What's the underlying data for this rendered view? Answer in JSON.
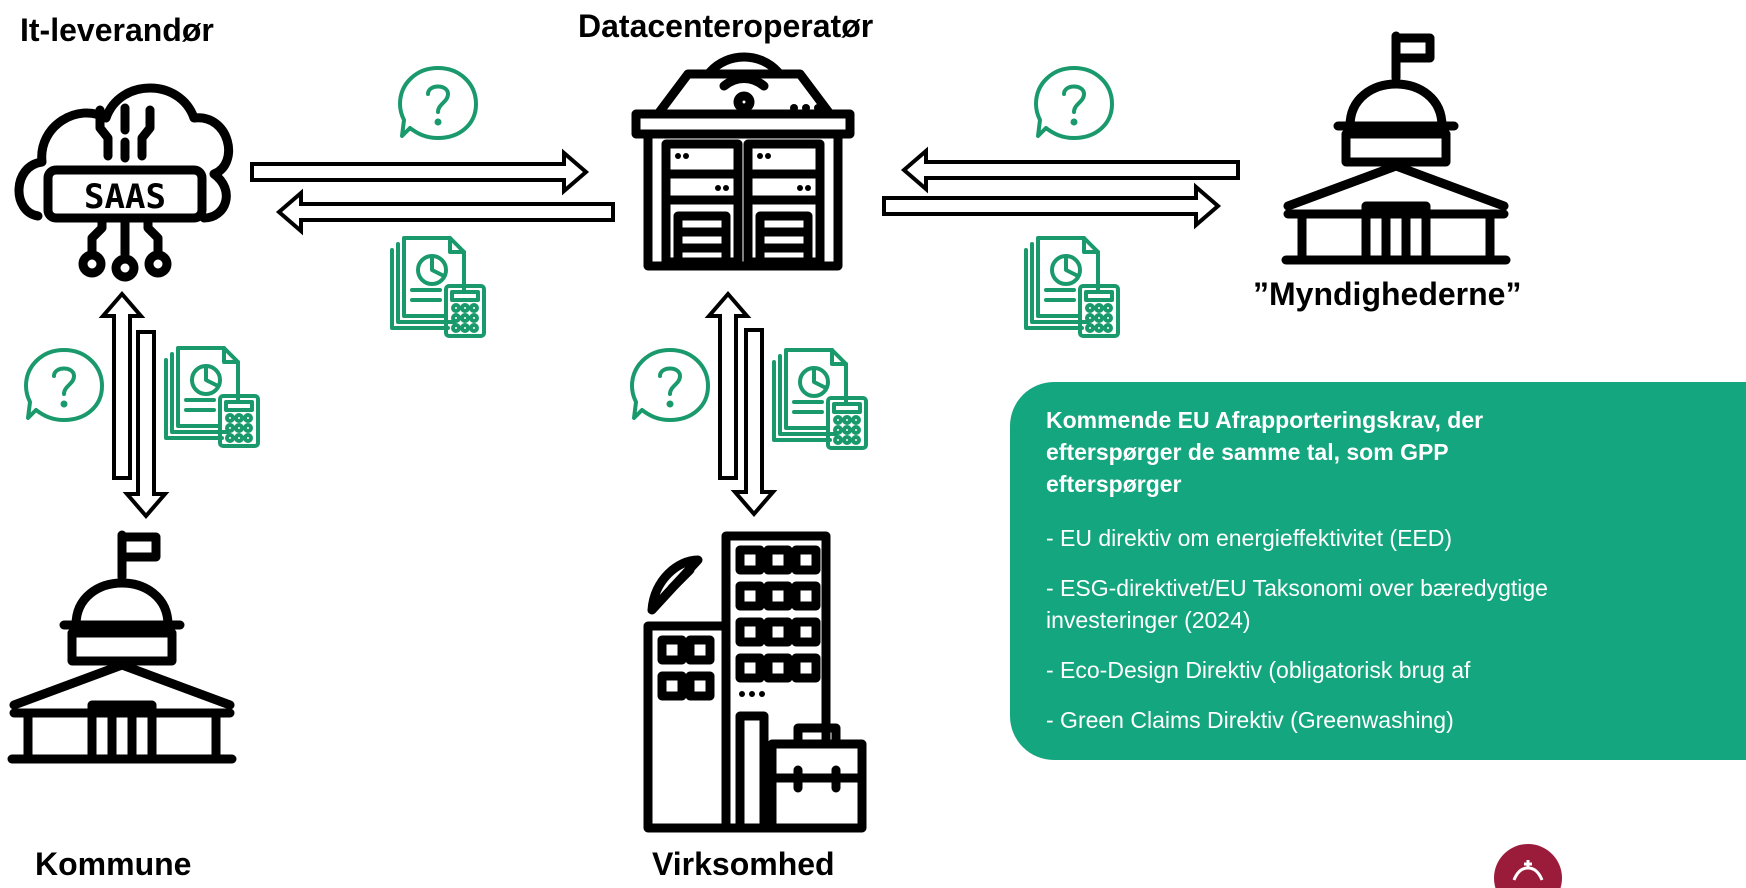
{
  "nodes": {
    "it_supplier": "It-leverandør",
    "datacenter": "Datacenteroperatør",
    "authorities": "”Myndighederne”",
    "municipality": "Kommune",
    "company": "Virksomhed"
  },
  "icon_labels": {
    "saas": "SAAS"
  },
  "info_box": {
    "title": "Kommende EU Afrapporteringskrav, der\nefterspørger de samme tal, som GPP\nefterspørger",
    "items": [
      "- EU direktiv om energieffektivitet (EED)",
      "- ESG-direktivet/EU Taksonomi over bæredygtige\ninvesteringer (2024)",
      "- Eco-Design Direktiv (obligatorisk brug af",
      "- Green Claims Direktiv (Greenwashing)"
    ]
  },
  "colors": {
    "accent_green": "#14a67e",
    "icon_green": "#1a9a6c",
    "logo_red": "#9b1b3a"
  }
}
